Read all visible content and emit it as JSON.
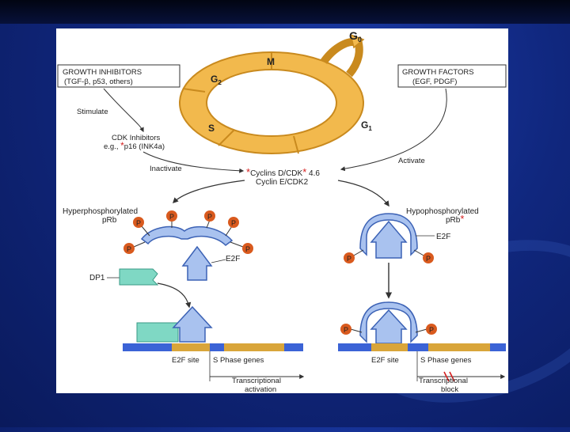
{
  "diagram": {
    "phases": {
      "g0": "G",
      "g0_sub": "0",
      "m": "M",
      "g2": "G",
      "g2_sub": "2",
      "s": "S",
      "g1": "G",
      "g1_sub": "1"
    },
    "growth_inhibitors": {
      "title": "GROWTH INHIBITORS",
      "detail": "(TGF-β, p53, others)"
    },
    "growth_factors": {
      "title": "GROWTH FACTORS",
      "detail": "(EGF, PDGF)"
    },
    "stimulate": "Stimulate",
    "cdk_inhibitors": {
      "line1": "CDK Inhibitors",
      "line2": "e.g., ",
      "line2b": "p16 (INK4a)"
    },
    "inactivate": "Inactivate",
    "activate": "Activate",
    "cyclins": {
      "line1": "Cyclins D/CDK",
      "line1b": " 4.6",
      "line2": "Cyclin E/CDK2"
    },
    "hyper": {
      "line1": "Hyperphosphorylated",
      "line2": "pRb"
    },
    "hypo": {
      "line1": "Hypophosphorylated",
      "line2": "pRb"
    },
    "e2f": "E2F",
    "dp1": "DP1",
    "phosphate": "P",
    "star": "*",
    "left_dna": {
      "site": "E2F site",
      "genes": "S Phase genes",
      "outcome1": "Transcriptional",
      "outcome2": "activation"
    },
    "right_dna": {
      "site": "E2F site",
      "genes": "S Phase genes",
      "outcome1": "Transcriptional",
      "outcome2": "block"
    },
    "colors": {
      "ring": "#f2b94d",
      "ring_edge": "#c98a1e",
      "protein": "#a9c2ef",
      "protein_edge": "#3c62b5",
      "phosphate": "#d95a1e",
      "dp1": "#7fd8c4",
      "dna": "#3b63d6",
      "dna_site": "#d9a53a",
      "star": "#d62020"
    }
  }
}
